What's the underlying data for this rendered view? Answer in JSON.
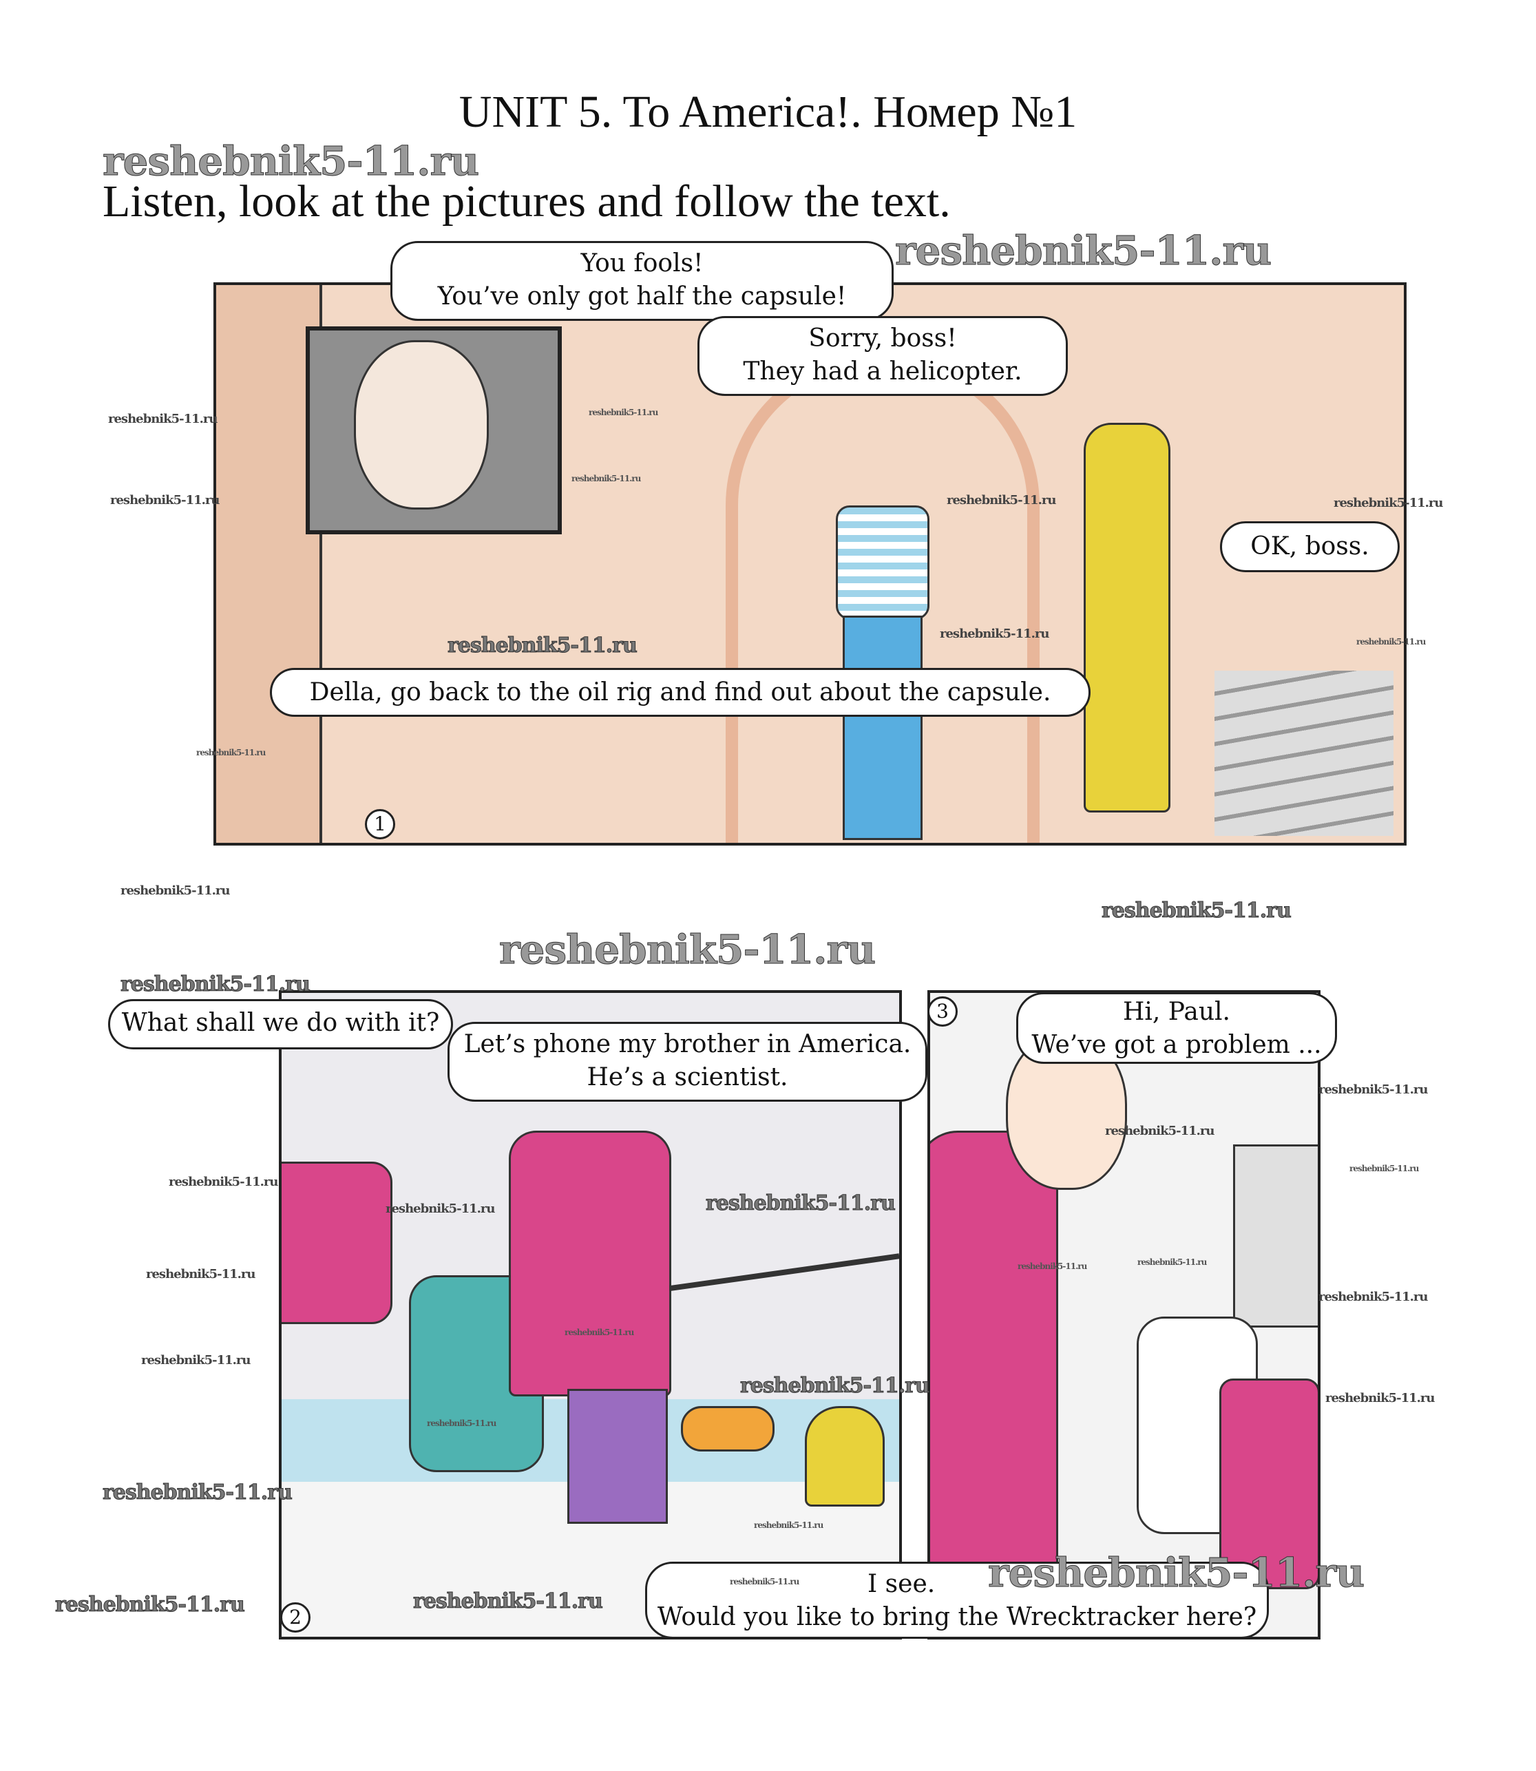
{
  "page": {
    "title": "UNIT 5. To America!. Номер №1",
    "instruction": "Listen, look at the pictures and follow the text.",
    "watermark": "reshebnik5-11.ru"
  },
  "panel1": {
    "number": "1",
    "bubbles": {
      "boss_line1": "You fools!",
      "boss_line2": "You’ve only got half the capsule!",
      "sorry_line1": "Sorry, boss!",
      "sorry_line2": "They had a helicopter.",
      "ok": "OK, boss.",
      "della": "Della, go back to the oil rig and find out about the capsule."
    }
  },
  "panel2": {
    "number": "2",
    "bubbles": {
      "what": "What shall we do with it?",
      "phone_line1": "Let’s phone my brother in America.",
      "phone_line2": "He’s a scientist."
    }
  },
  "panel3": {
    "number": "3",
    "bubbles": {
      "hi_line1": "Hi, Paul.",
      "hi_line2": "We’ve got a problem ...",
      "see_line1": "I see.",
      "see_line2": "Would you like to bring the Wrecktracker here?"
    }
  },
  "colors": {
    "peach": "#f3d9c6",
    "pink": "#d9468a",
    "teal": "#4fb3b0",
    "yellow": "#e8d23a",
    "blue": "#58aee0"
  }
}
